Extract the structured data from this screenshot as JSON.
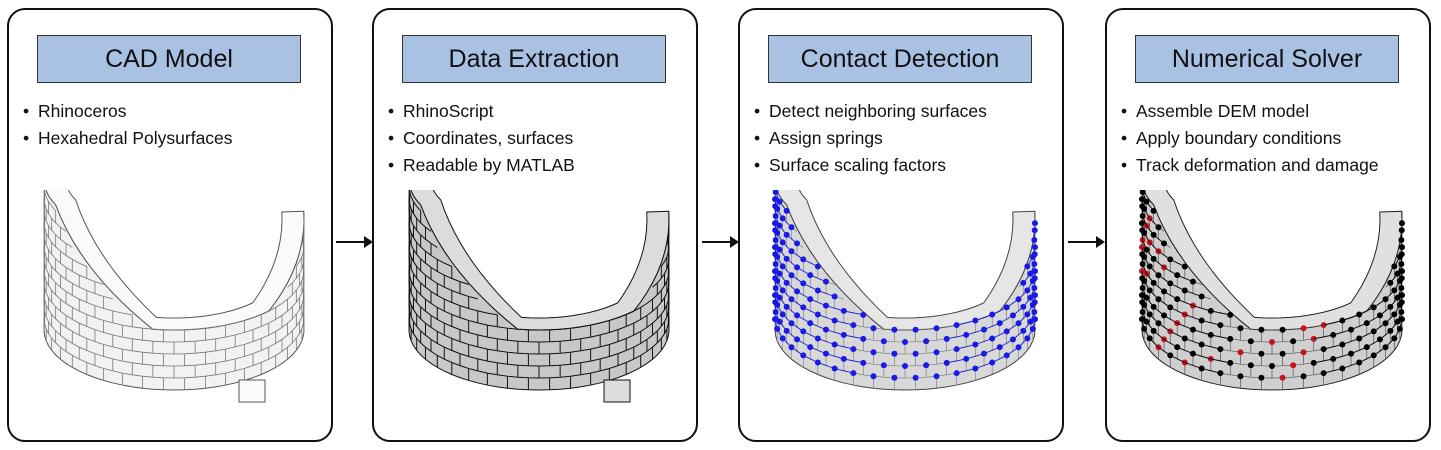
{
  "panels": [
    {
      "title": "CAD Model",
      "bullets": [
        "Rhinoceros",
        "Hexahedral Polysurfaces"
      ]
    },
    {
      "title": "Data Extraction",
      "bullets": [
        "RhinoScript",
        "Coordinates, surfaces",
        "Readable by MATLAB"
      ]
    },
    {
      "title": "Contact Detection",
      "bullets": [
        "Detect neighboring surfaces",
        "Assign springs",
        "Surface scaling factors"
      ]
    },
    {
      "title": "Numerical Solver",
      "bullets": [
        "Assemble DEM model",
        "Apply boundary conditions",
        "Track deformation  and damage"
      ]
    }
  ],
  "styles": {
    "title_fill": "#a9c1e3",
    "node_color_contact": "#1a1ae6",
    "node_color_solver": "#000000",
    "damage_color": "#c8141e"
  }
}
